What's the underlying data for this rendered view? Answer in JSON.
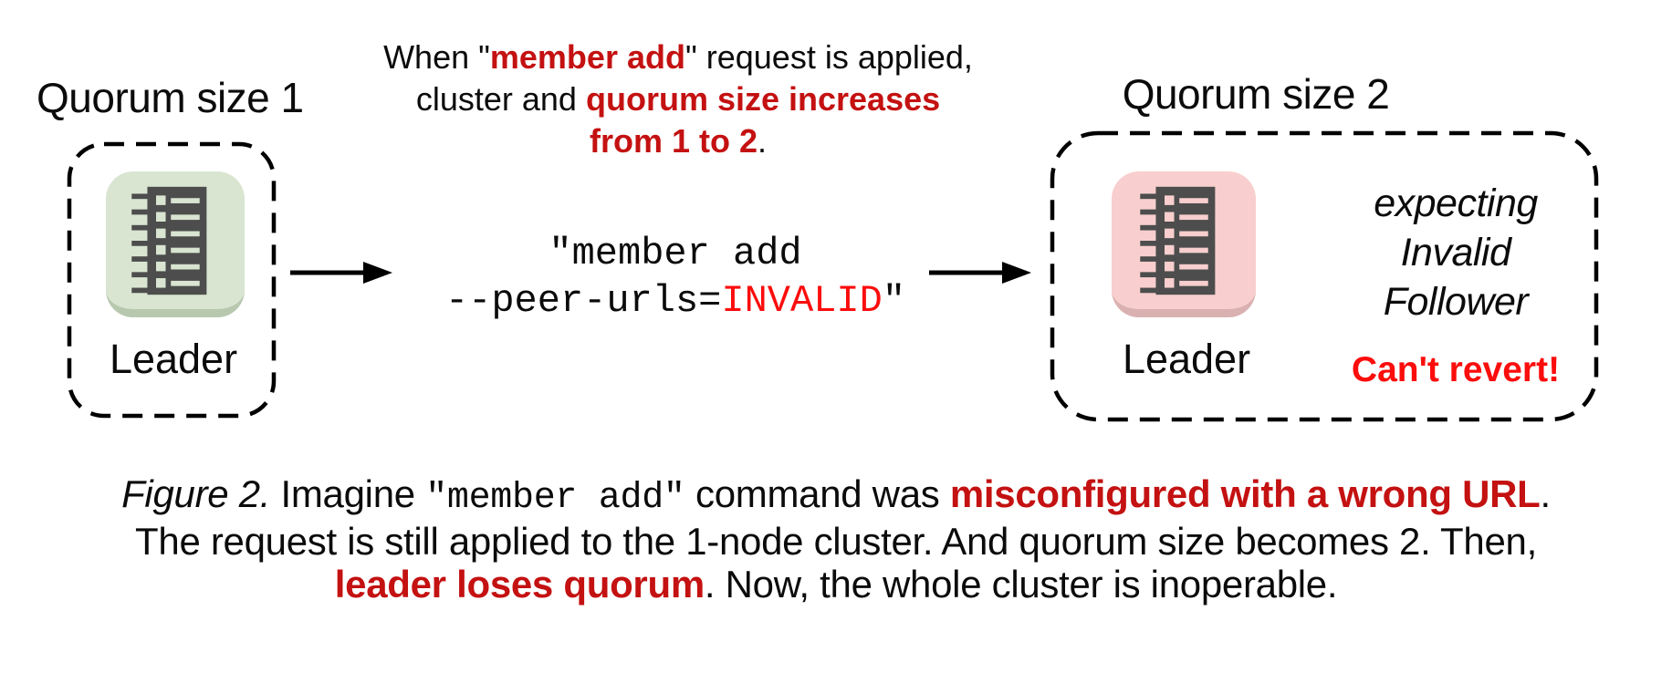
{
  "figure": {
    "left": {
      "heading": "Quorum size 1",
      "node_label": "Leader"
    },
    "right": {
      "heading": "Quorum size 2",
      "node_label": "Leader",
      "expecting": [
        "expecting",
        "Invalid",
        "Follower"
      ],
      "warning": "Can't revert!"
    },
    "annotation": {
      "line1_pre": "When \"",
      "line1_em": "member add",
      "line1_post": "\" request is applied,",
      "line2_pre": "cluster and ",
      "line2_em": "quorum size increases",
      "line3_em": "from 1 to 2",
      "line3_post": "."
    },
    "command": {
      "line1": "\"member add",
      "line2_flag": "--peer-urls=",
      "line2_value": "INVALID",
      "line2_close": "\""
    }
  },
  "caption": {
    "figure_label": "Figure 2.",
    "line1_pre": " Imagine ",
    "line1_code": "\"member add\"",
    "line1_mid": " command was ",
    "line1_em": "misconfigured with a wrong URL",
    "line1_post": ".",
    "line2": "The request is still applied to the 1-node cluster. And quorum size becomes 2. Then,",
    "line3_em": "leader loses quorum",
    "line3_post": ". Now, the whole cluster is inoperable."
  },
  "colors": {
    "annotation_red": "#c41111",
    "alert_red": "#fb0d0c",
    "node_green": "#d9e5d1",
    "node_green_edge": "#b7c8ae",
    "node_pink": "#f8cfce",
    "node_pink_edge": "#d9b1b0",
    "glyph_dark": "#4d4d4d"
  }
}
